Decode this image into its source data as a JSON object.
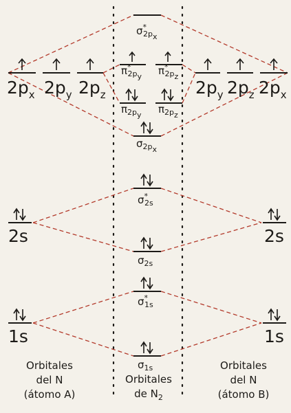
{
  "diagram": {
    "colors": {
      "line": "#1c1a17",
      "dash": "#b33a2b",
      "background": "#f4f1ea"
    },
    "atom_a_orbitals": {
      "p_x": "2p",
      "p_y": "2p",
      "p_z": "2p",
      "s2": "2s",
      "s1": "1s",
      "sub_x": "x",
      "sub_y": "y",
      "sub_z": "z"
    },
    "atom_b_orbitals": {
      "p_y": "2p",
      "p_z": "2p",
      "p_x": "2p",
      "s2": "2s",
      "s1": "1s",
      "sub_x": "x",
      "sub_y": "y",
      "sub_z": "z"
    },
    "molecular_orbitals": {
      "sigma_star_2px": {
        "sym": "σ",
        "star": "*",
        "sub": "2p",
        "subsub": "x"
      },
      "pi_star_2py": {
        "sym": "π",
        "star": "*",
        "sub": "2p",
        "subsub": "y"
      },
      "pi_star_2pz": {
        "sym": "π",
        "star": "*",
        "sub": "2p",
        "subsub": "z"
      },
      "pi_2py": {
        "sym": "π",
        "sub": "2p",
        "subsub": "y"
      },
      "pi_2pz": {
        "sym": "π",
        "sub": "2p",
        "subsub": "z"
      },
      "sigma_2px": {
        "sym": "σ",
        "sub": "2p",
        "subsub": "x"
      },
      "sigma_star_2s": {
        "sym": "σ",
        "star": "*",
        "sub": "2s"
      },
      "sigma_2s": {
        "sym": "σ",
        "sub": "2s"
      },
      "sigma_star_1s": {
        "sym": "σ",
        "star": "*",
        "sub": "1s"
      },
      "sigma_1s": {
        "sym": "σ",
        "sub": "1s"
      }
    },
    "captions": {
      "left": [
        "Orbitales",
        "del N",
        "(átomo A)"
      ],
      "center": [
        "Orbitales",
        "de N",
        "2"
      ],
      "right": [
        "Orbitales",
        "del N",
        "(átomo B)"
      ]
    }
  }
}
